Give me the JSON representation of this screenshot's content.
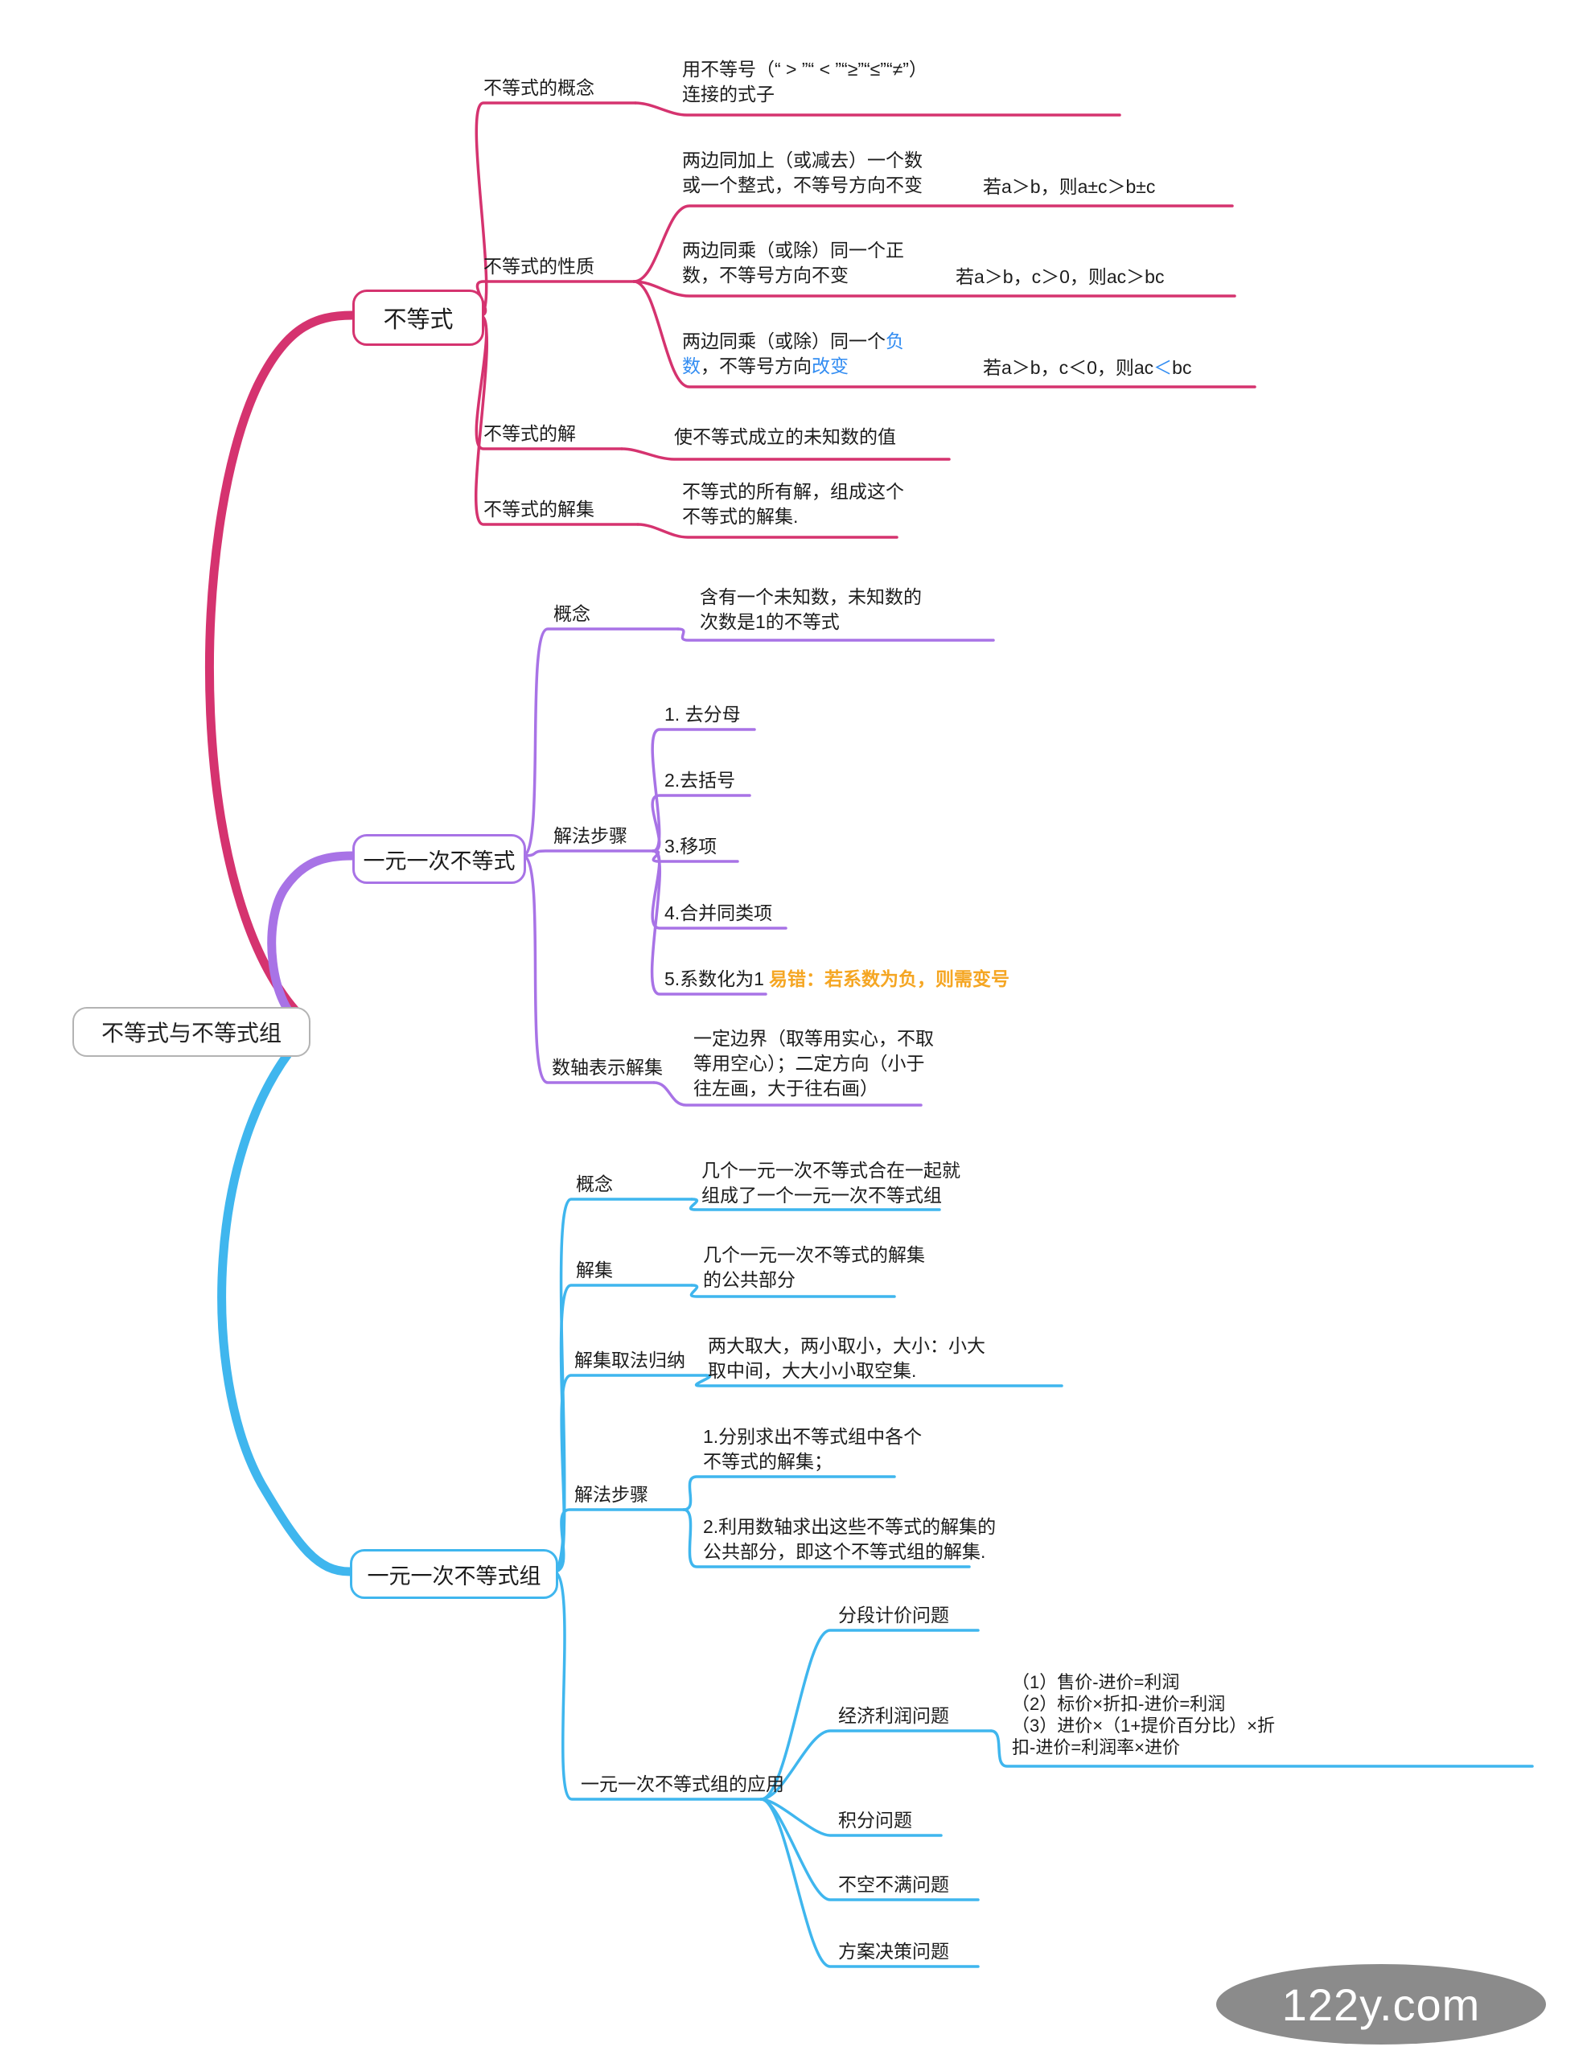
{
  "root": {
    "label": "不等式与不等式组"
  },
  "colors": {
    "pink": "#d5336f",
    "purple": "#a873e6",
    "blue": "#3fb6ee",
    "orange": "#f5a623",
    "highlight_blue": "#338df2"
  },
  "branch1": {
    "label": "不等式",
    "concept_label": "不等式的概念",
    "concept_note": "用不等号（“ > ”“ < ”“≥”“≤”“≠”）\n连接的式子",
    "props_label": "不等式的性质",
    "prop1_note": "两边同加上（或减去）一个数\n或一个整式，不等号方向不变",
    "prop1_formula": "若a＞b，则a±c＞b±c",
    "prop2_note": "两边同乘（或除）同一个正\n数，不等号方向不变",
    "prop2_formula": "若a＞b，c＞0，则ac＞bc",
    "prop3_t1": "两边同乘（或除）同一个",
    "prop3_b1": "负\n数",
    "prop3_t2": "，不等号方向",
    "prop3_b2": "改变",
    "prop3_f1": "若a＞b，c＜0，则ac",
    "prop3_fb": "＜",
    "prop3_f2": "bc",
    "jie_label": "不等式的解",
    "jie_note": "使不等式成立的未知数的值",
    "jieji_label": "不等式的解集",
    "jieji_note": "不等式的所有解，组成这个\n不等式的解集."
  },
  "branch2": {
    "label": "一元一次不等式",
    "concept_label": "概念",
    "concept_note": "含有一个未知数，未知数的\n次数是1的不等式",
    "steps_label": "解法步骤",
    "steps": [
      "1. 去分母",
      "2.去括号",
      "3.移项",
      "4.合并同类项",
      "5.系数化为1"
    ],
    "warning": "易错：若系数为负，则需变号",
    "axis_label": "数轴表示解集",
    "axis_note": "一定边界（取等用实心，不取\n等用空心）；二定方向（小于\n往左画，大于往右画）"
  },
  "branch3": {
    "label": "一元一次不等式组",
    "concept_label": "概念",
    "concept_note": "几个一元一次不等式合在一起就\n组成了一个一元一次不等式组",
    "solution_label": "解集",
    "solution_note": "几个一元一次不等式的解集\n的公共部分",
    "rule_label": "解集取法归纳",
    "rule_note": "两大取大，两小取小，大小：小大\n取中间，大大小小取空集.",
    "steps_label": "解法步骤",
    "step1_note": "1.分别求出不等式组中各个\n不等式的解集；",
    "step2_note": "2.利用数轴求出这些不等式的解集的\n公共部分，即这个不等式组的解集.",
    "apply_label": "一元一次不等式组的应用",
    "apply_items": [
      "分段计价问题",
      "经济利润问题",
      "积分问题",
      "不空不满问题",
      "方案决策问题"
    ],
    "profit_note": "（1）售价-进价=利润\n（2）标价×折扣-进价=利润\n（3）进价×（1+提价百分比）×折\n扣-进价=利润率×进价"
  },
  "watermark": "122y.com"
}
